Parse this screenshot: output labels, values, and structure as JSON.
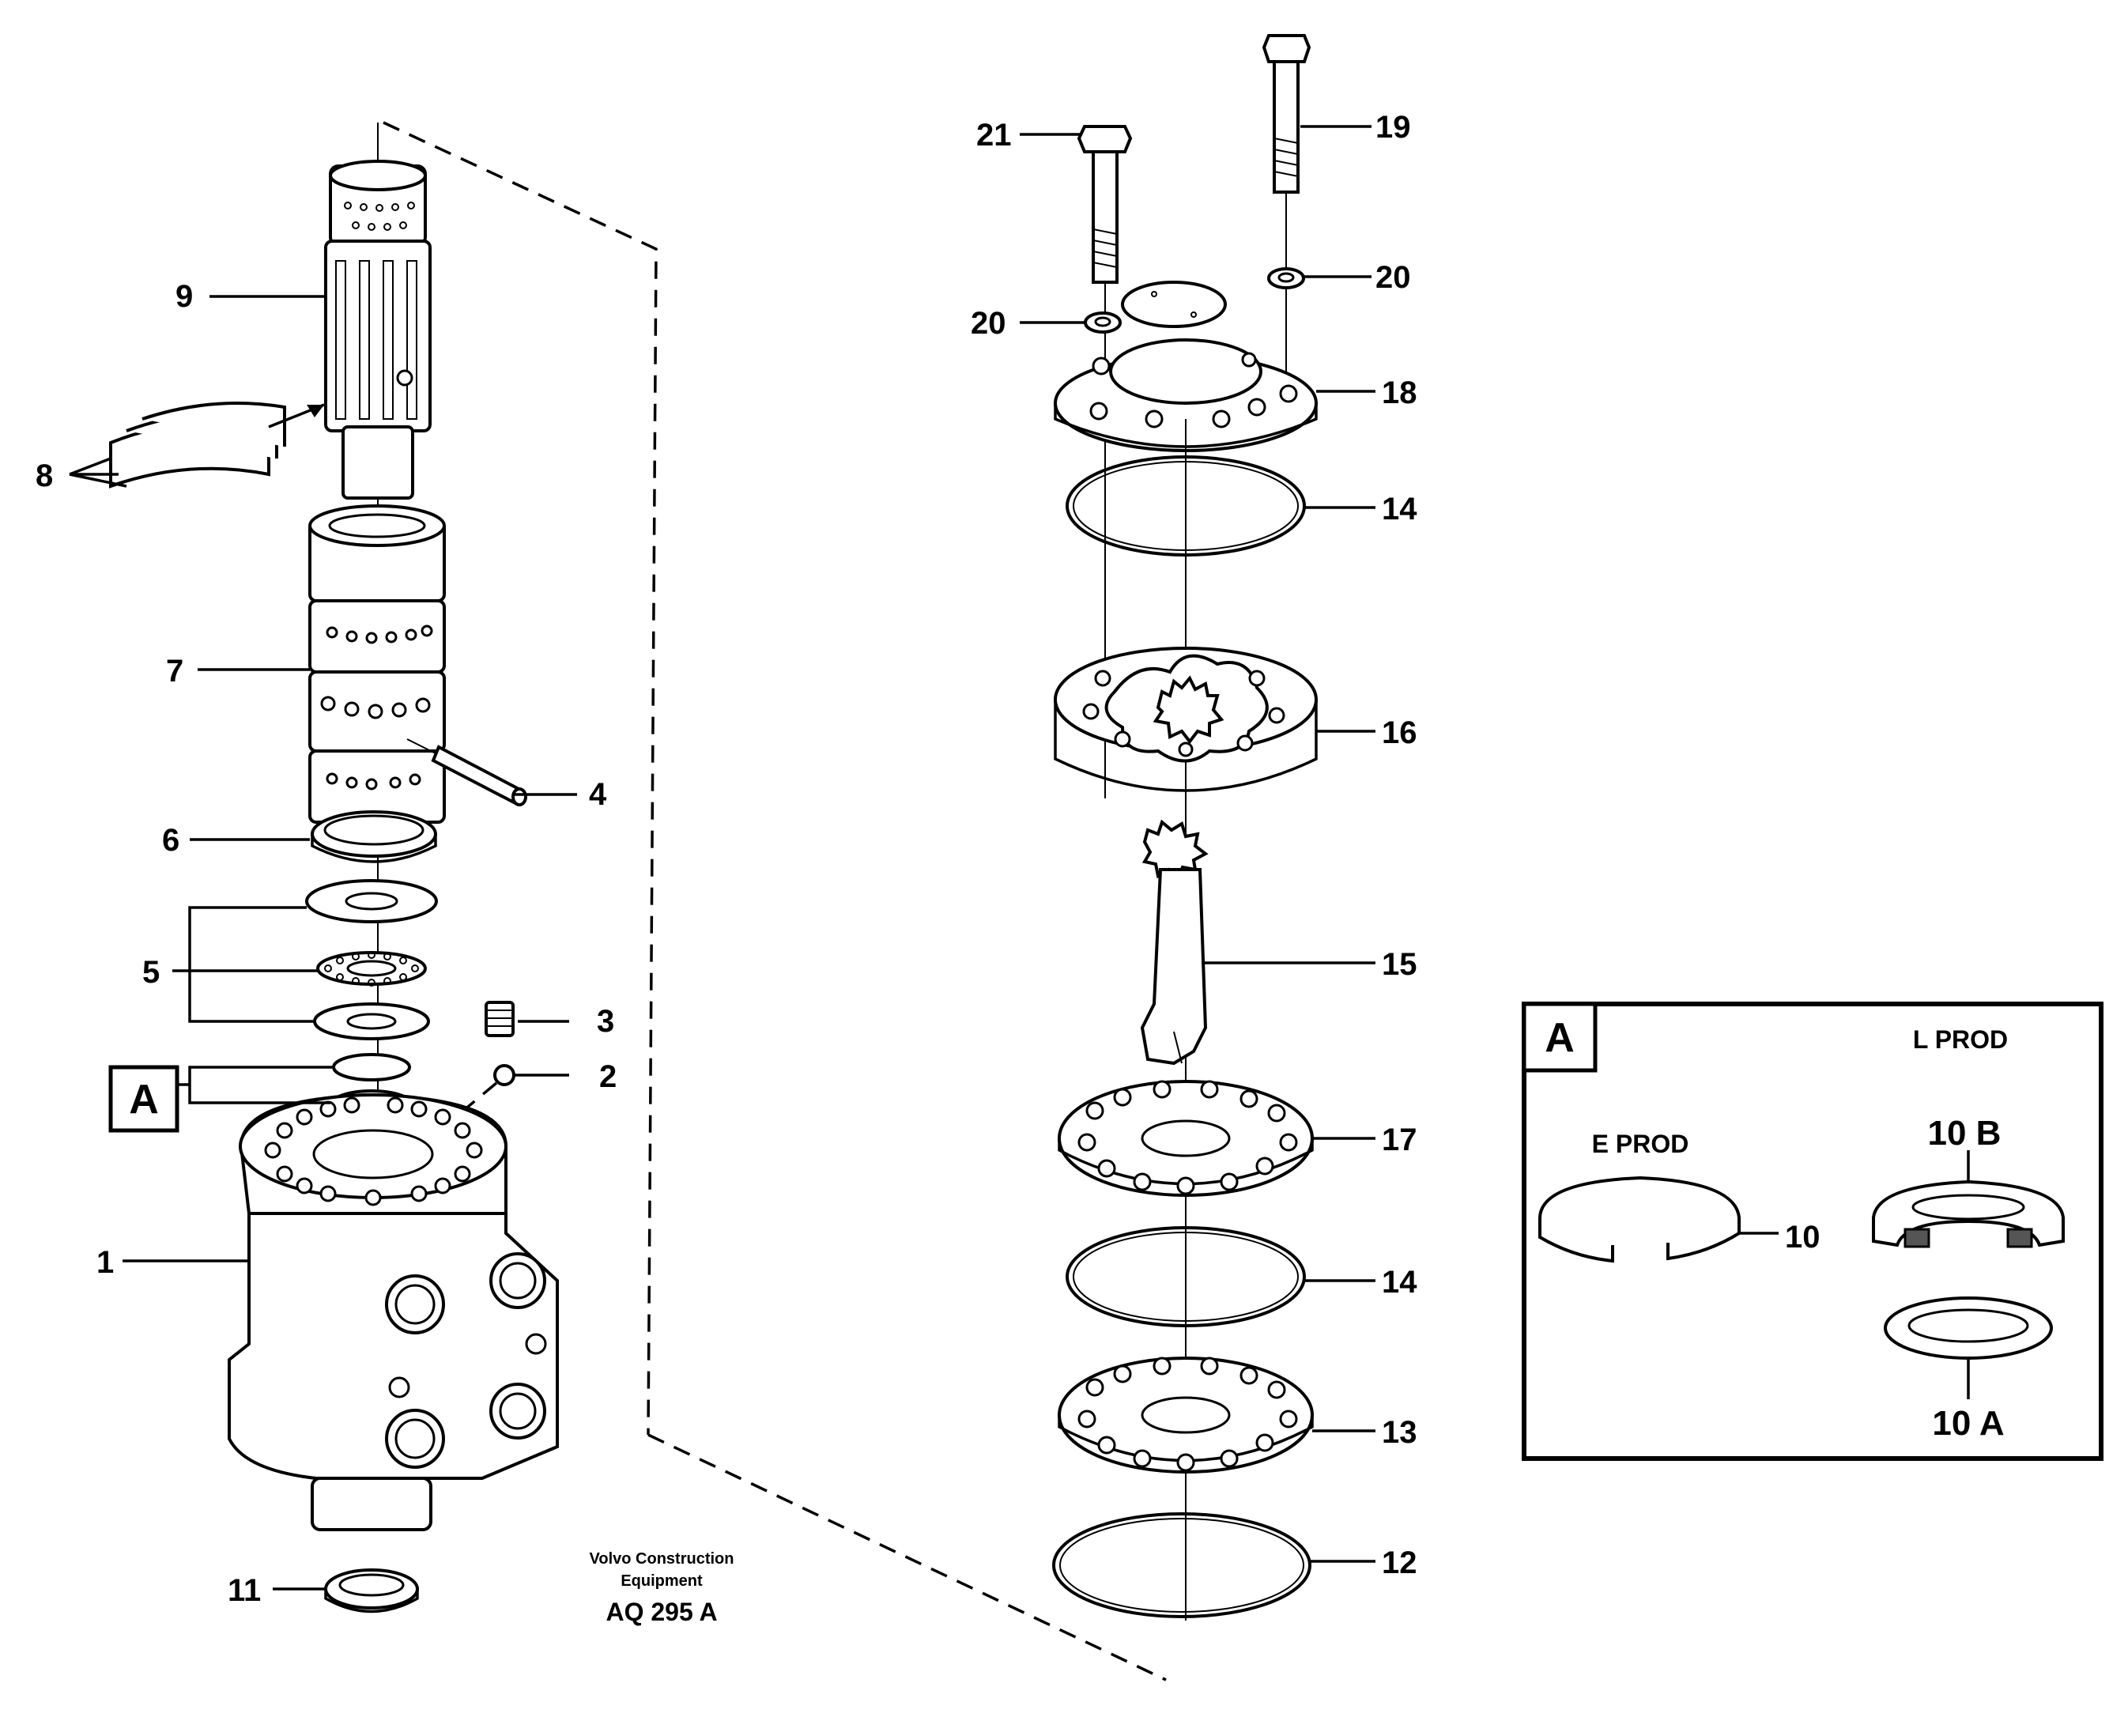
{
  "labels": {
    "p1": "1",
    "p2": "2",
    "p3": "3",
    "p4": "4",
    "p5": "5",
    "p6": "6",
    "p7": "7",
    "p8": "8",
    "p9": "9",
    "p11": "11",
    "p12": "12",
    "p13": "13",
    "p14a": "14",
    "p14b": "14",
    "p15": "15",
    "p16": "16",
    "p17": "17",
    "p18": "18",
    "p19": "19",
    "p20a": "20",
    "p20b": "20",
    "p21": "21"
  },
  "callout": {
    "ref": "A"
  },
  "detail": {
    "title": "A",
    "e_prod": "E PROD",
    "l_prod": "L PROD",
    "part_10": "10",
    "part_10a": "10 A",
    "part_10b": "10 B"
  },
  "credit": {
    "line1": "Volvo Construction",
    "line2": "Equipment",
    "code": "AQ 295 A"
  }
}
